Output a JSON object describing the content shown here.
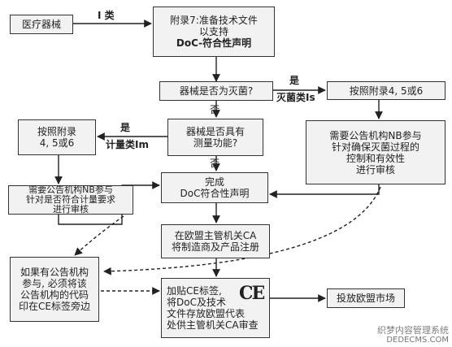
{
  "nodes": {
    "medical_device": "医疗器械",
    "appendix7": [
      "附录7:准备技术文件",
      "以支持",
      "DoC-符合性声明"
    ],
    "is_sterile": "器械是否为灭菌?",
    "appendix_456_right": "按照附录4, 5或6",
    "appendix_456_left": [
      "按照附录",
      "4, 5或6"
    ],
    "measuring": [
      "器械是否具有",
      "测量功能?"
    ],
    "nb_sterile": [
      "需要公告机构NB参与",
      "针对确保灭菌过程的",
      "控制和有效性",
      "进行审核"
    ],
    "nb_metrology": [
      "需要公告机构NB参与",
      "针对是否符合计量要求",
      "进行审核"
    ],
    "complete_doc": [
      "完成",
      "DoC符合性声明"
    ],
    "ca_register": [
      "在欧盟主管机关CA",
      "将制造商及产品注册"
    ],
    "nb_code": [
      "如果有公告机构",
      "参与, 必须将该",
      "公告机构的代码",
      "印在CE标签旁边"
    ],
    "ce_label": [
      "加贴CE标签,",
      "将DoC及技术",
      "文件存放欧盟代表",
      "处供主管机关CA审查"
    ],
    "market": "投放欧盟市场"
  },
  "labels": {
    "class1": "I 类",
    "yes_sterile": "是",
    "sterile_class": "灭菌类Is",
    "no_1": "否",
    "yes_measure": "是",
    "measure_class": "计量类Im",
    "no_2": "否"
  },
  "ce_mark": "CE",
  "watermark": {
    "line1": "织梦内容管理系统",
    "line2": "DEDECMS.COM"
  }
}
